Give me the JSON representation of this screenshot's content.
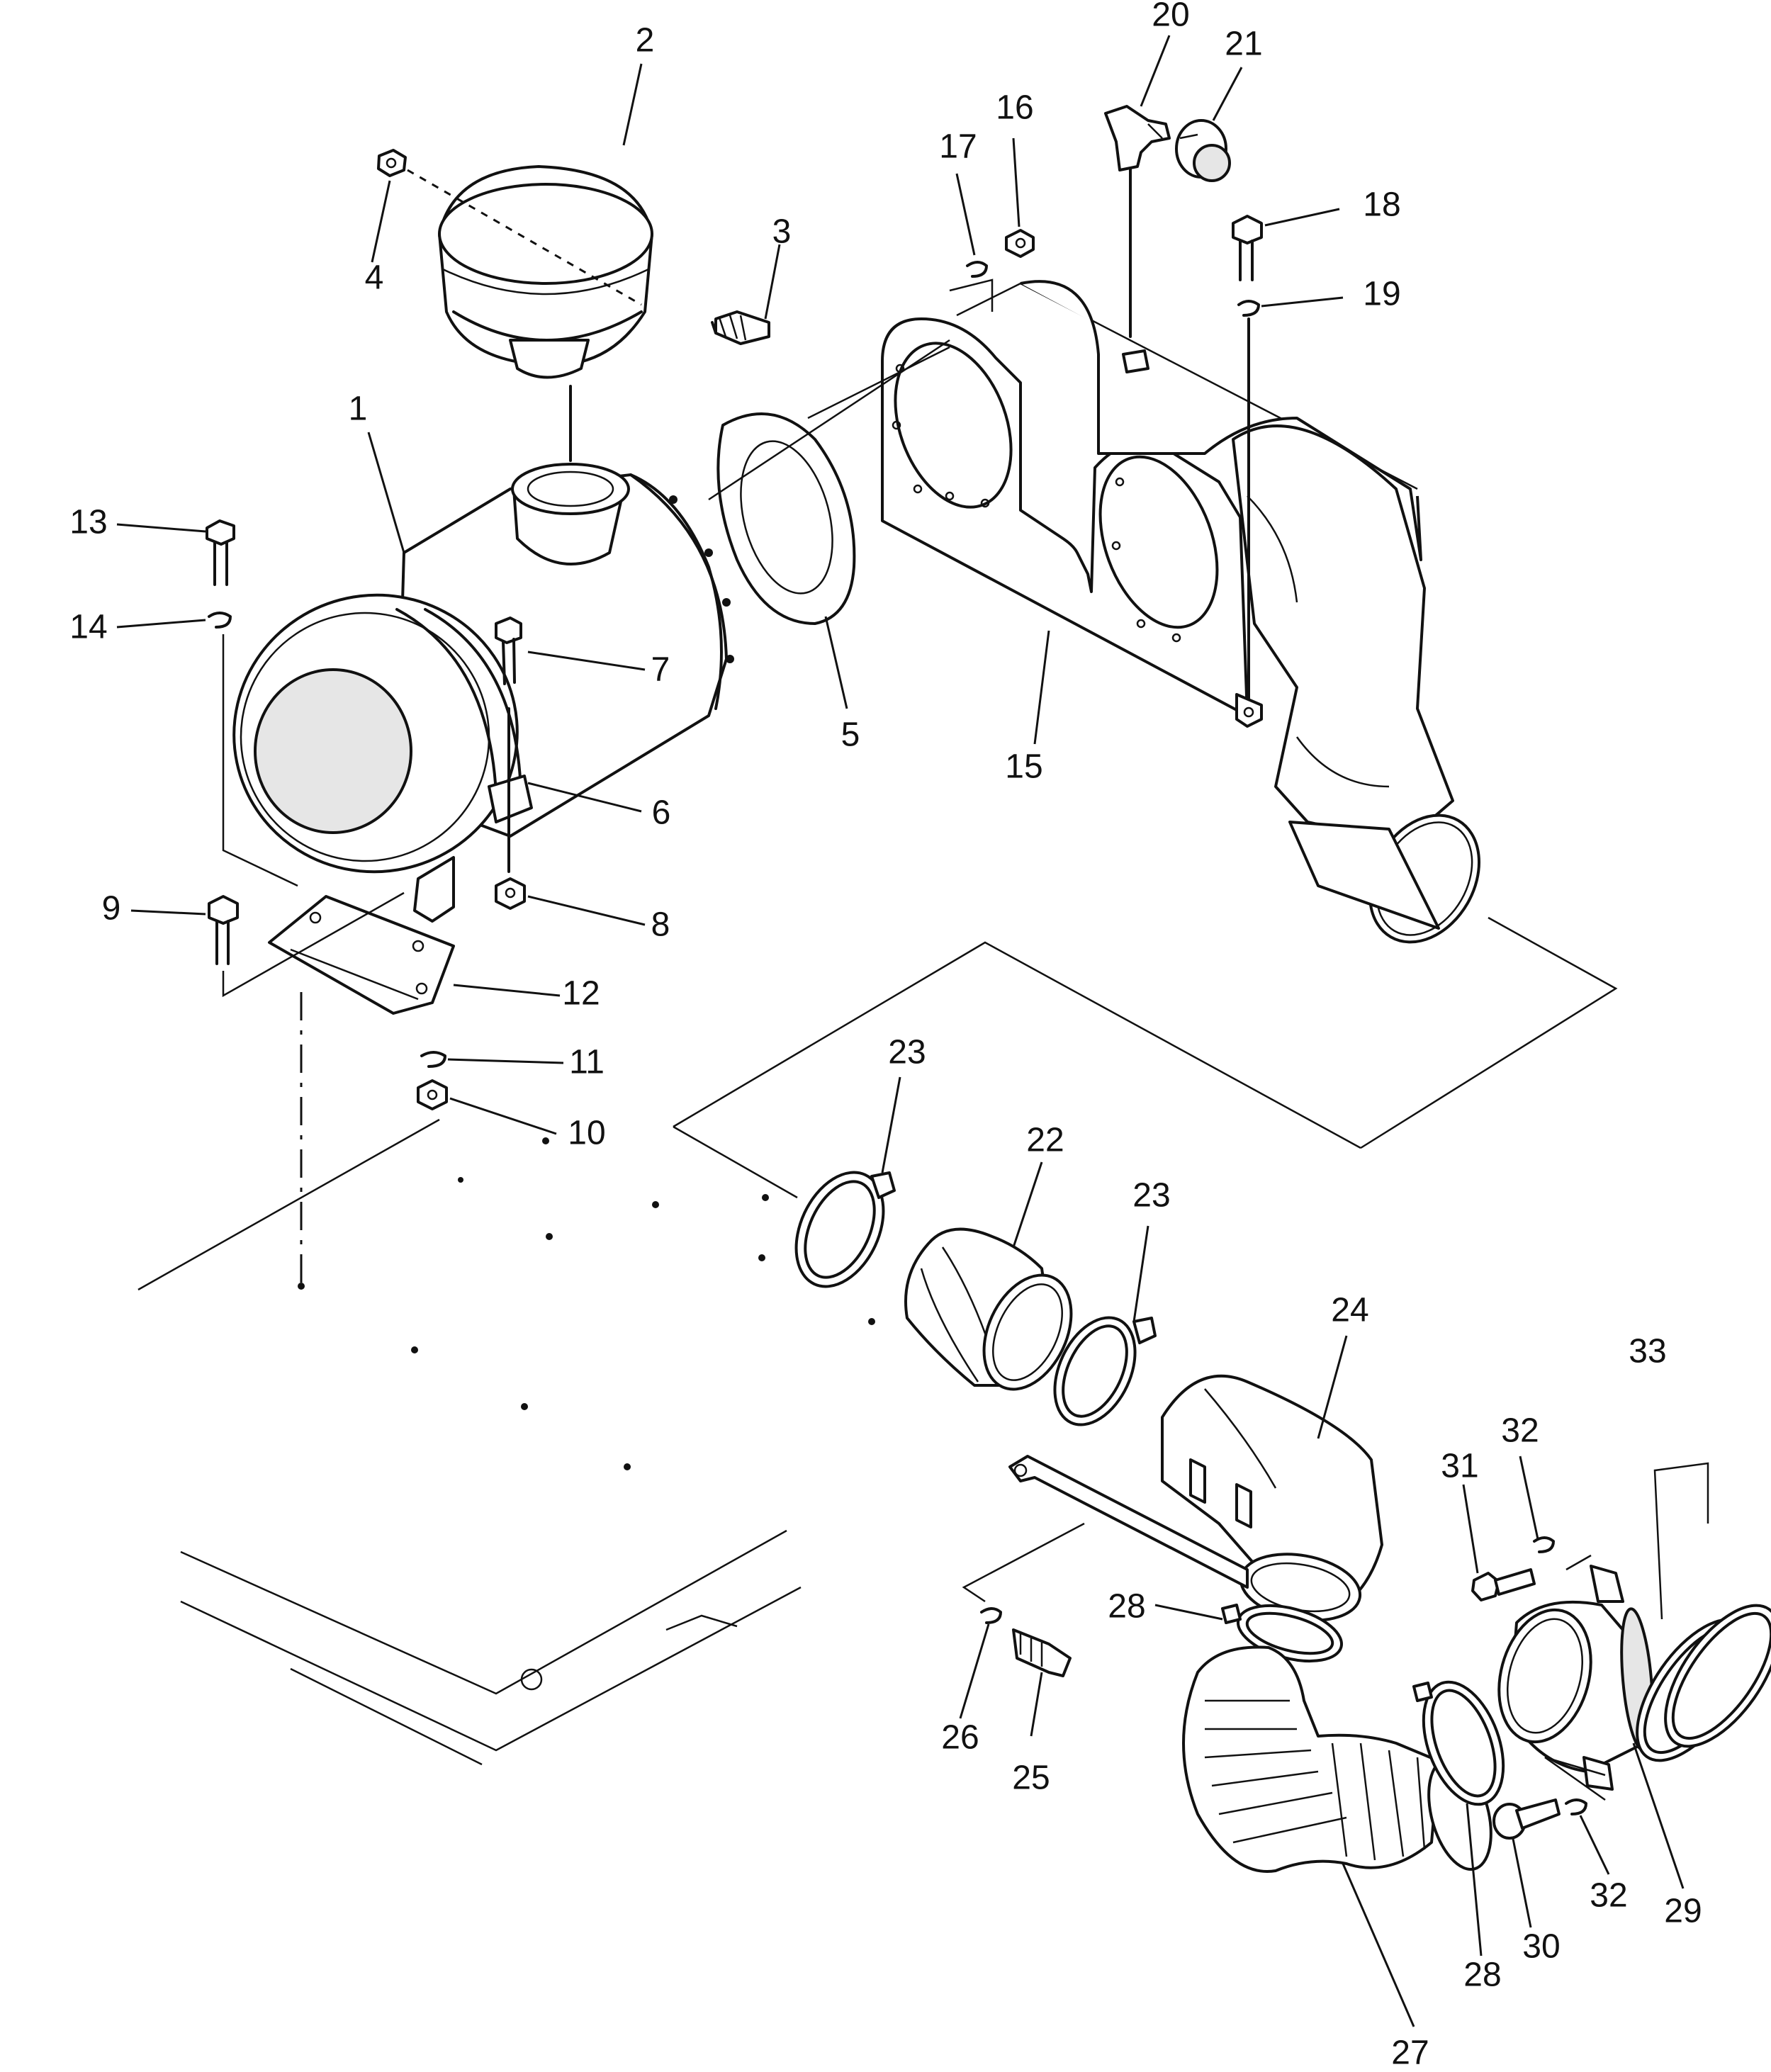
{
  "diagram": {
    "callouts": [
      {
        "id": "c1",
        "label": "1"
      },
      {
        "id": "c2",
        "label": "2"
      },
      {
        "id": "c3",
        "label": "3"
      },
      {
        "id": "c4",
        "label": "4"
      },
      {
        "id": "c5",
        "label": "5"
      },
      {
        "id": "c6",
        "label": "6"
      },
      {
        "id": "c7",
        "label": "7"
      },
      {
        "id": "c8",
        "label": "8"
      },
      {
        "id": "c9",
        "label": "9"
      },
      {
        "id": "c10",
        "label": "10"
      },
      {
        "id": "c11",
        "label": "11"
      },
      {
        "id": "c12",
        "label": "12"
      },
      {
        "id": "c13",
        "label": "13"
      },
      {
        "id": "c14",
        "label": "14"
      },
      {
        "id": "c15",
        "label": "15"
      },
      {
        "id": "c16",
        "label": "16"
      },
      {
        "id": "c17",
        "label": "17"
      },
      {
        "id": "c18",
        "label": "18"
      },
      {
        "id": "c19",
        "label": "19"
      },
      {
        "id": "c20",
        "label": "20"
      },
      {
        "id": "c21",
        "label": "21"
      },
      {
        "id": "c22",
        "label": "22"
      },
      {
        "id": "c23a",
        "label": "23"
      },
      {
        "id": "c23b",
        "label": "23"
      },
      {
        "id": "c24",
        "label": "24"
      },
      {
        "id": "c25",
        "label": "25"
      },
      {
        "id": "c26",
        "label": "26"
      },
      {
        "id": "c27",
        "label": "27"
      },
      {
        "id": "c28a",
        "label": "28"
      },
      {
        "id": "c28b",
        "label": "28"
      },
      {
        "id": "c29",
        "label": "29"
      },
      {
        "id": "c30",
        "label": "30"
      },
      {
        "id": "c31",
        "label": "31"
      },
      {
        "id": "c32a",
        "label": "32"
      },
      {
        "id": "c32b",
        "label": "32"
      },
      {
        "id": "c33",
        "label": "33"
      }
    ]
  }
}
